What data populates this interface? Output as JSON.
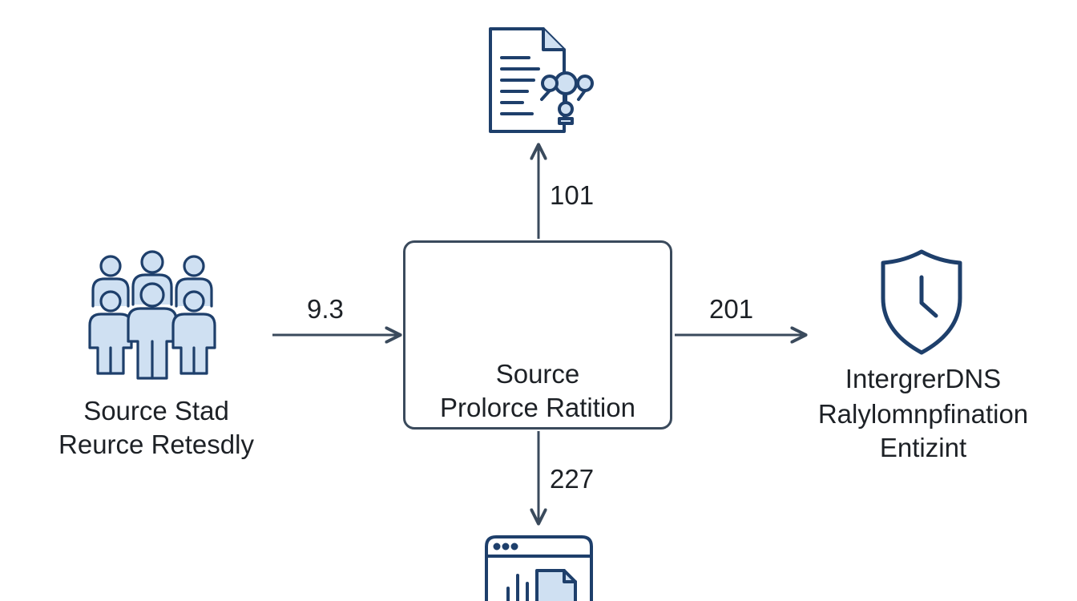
{
  "colors": {
    "stroke": "#1e3f6b",
    "fill": "#cfe0f2",
    "arrow": "#3a4a5c",
    "text": "#1d2126"
  },
  "nodes": {
    "source": {
      "icon": "people-group-icon",
      "line1": "Source Stad",
      "line2": "Reurce Retesdly"
    },
    "center": {
      "icon": "browser-gears-icon",
      "line1": "Source",
      "line2": "Prolorce Ratition"
    },
    "top": {
      "icon": "document-network-icon"
    },
    "right": {
      "icon": "shield-clock-icon",
      "line1": "IntergrerDNS",
      "line2": "Ralylomnpfination",
      "line3": "Entizint"
    },
    "bottom": {
      "icon": "browser-chart-document-icon"
    }
  },
  "edges": {
    "left": "9.3",
    "top": "101",
    "right": "201",
    "bottom": "227"
  }
}
